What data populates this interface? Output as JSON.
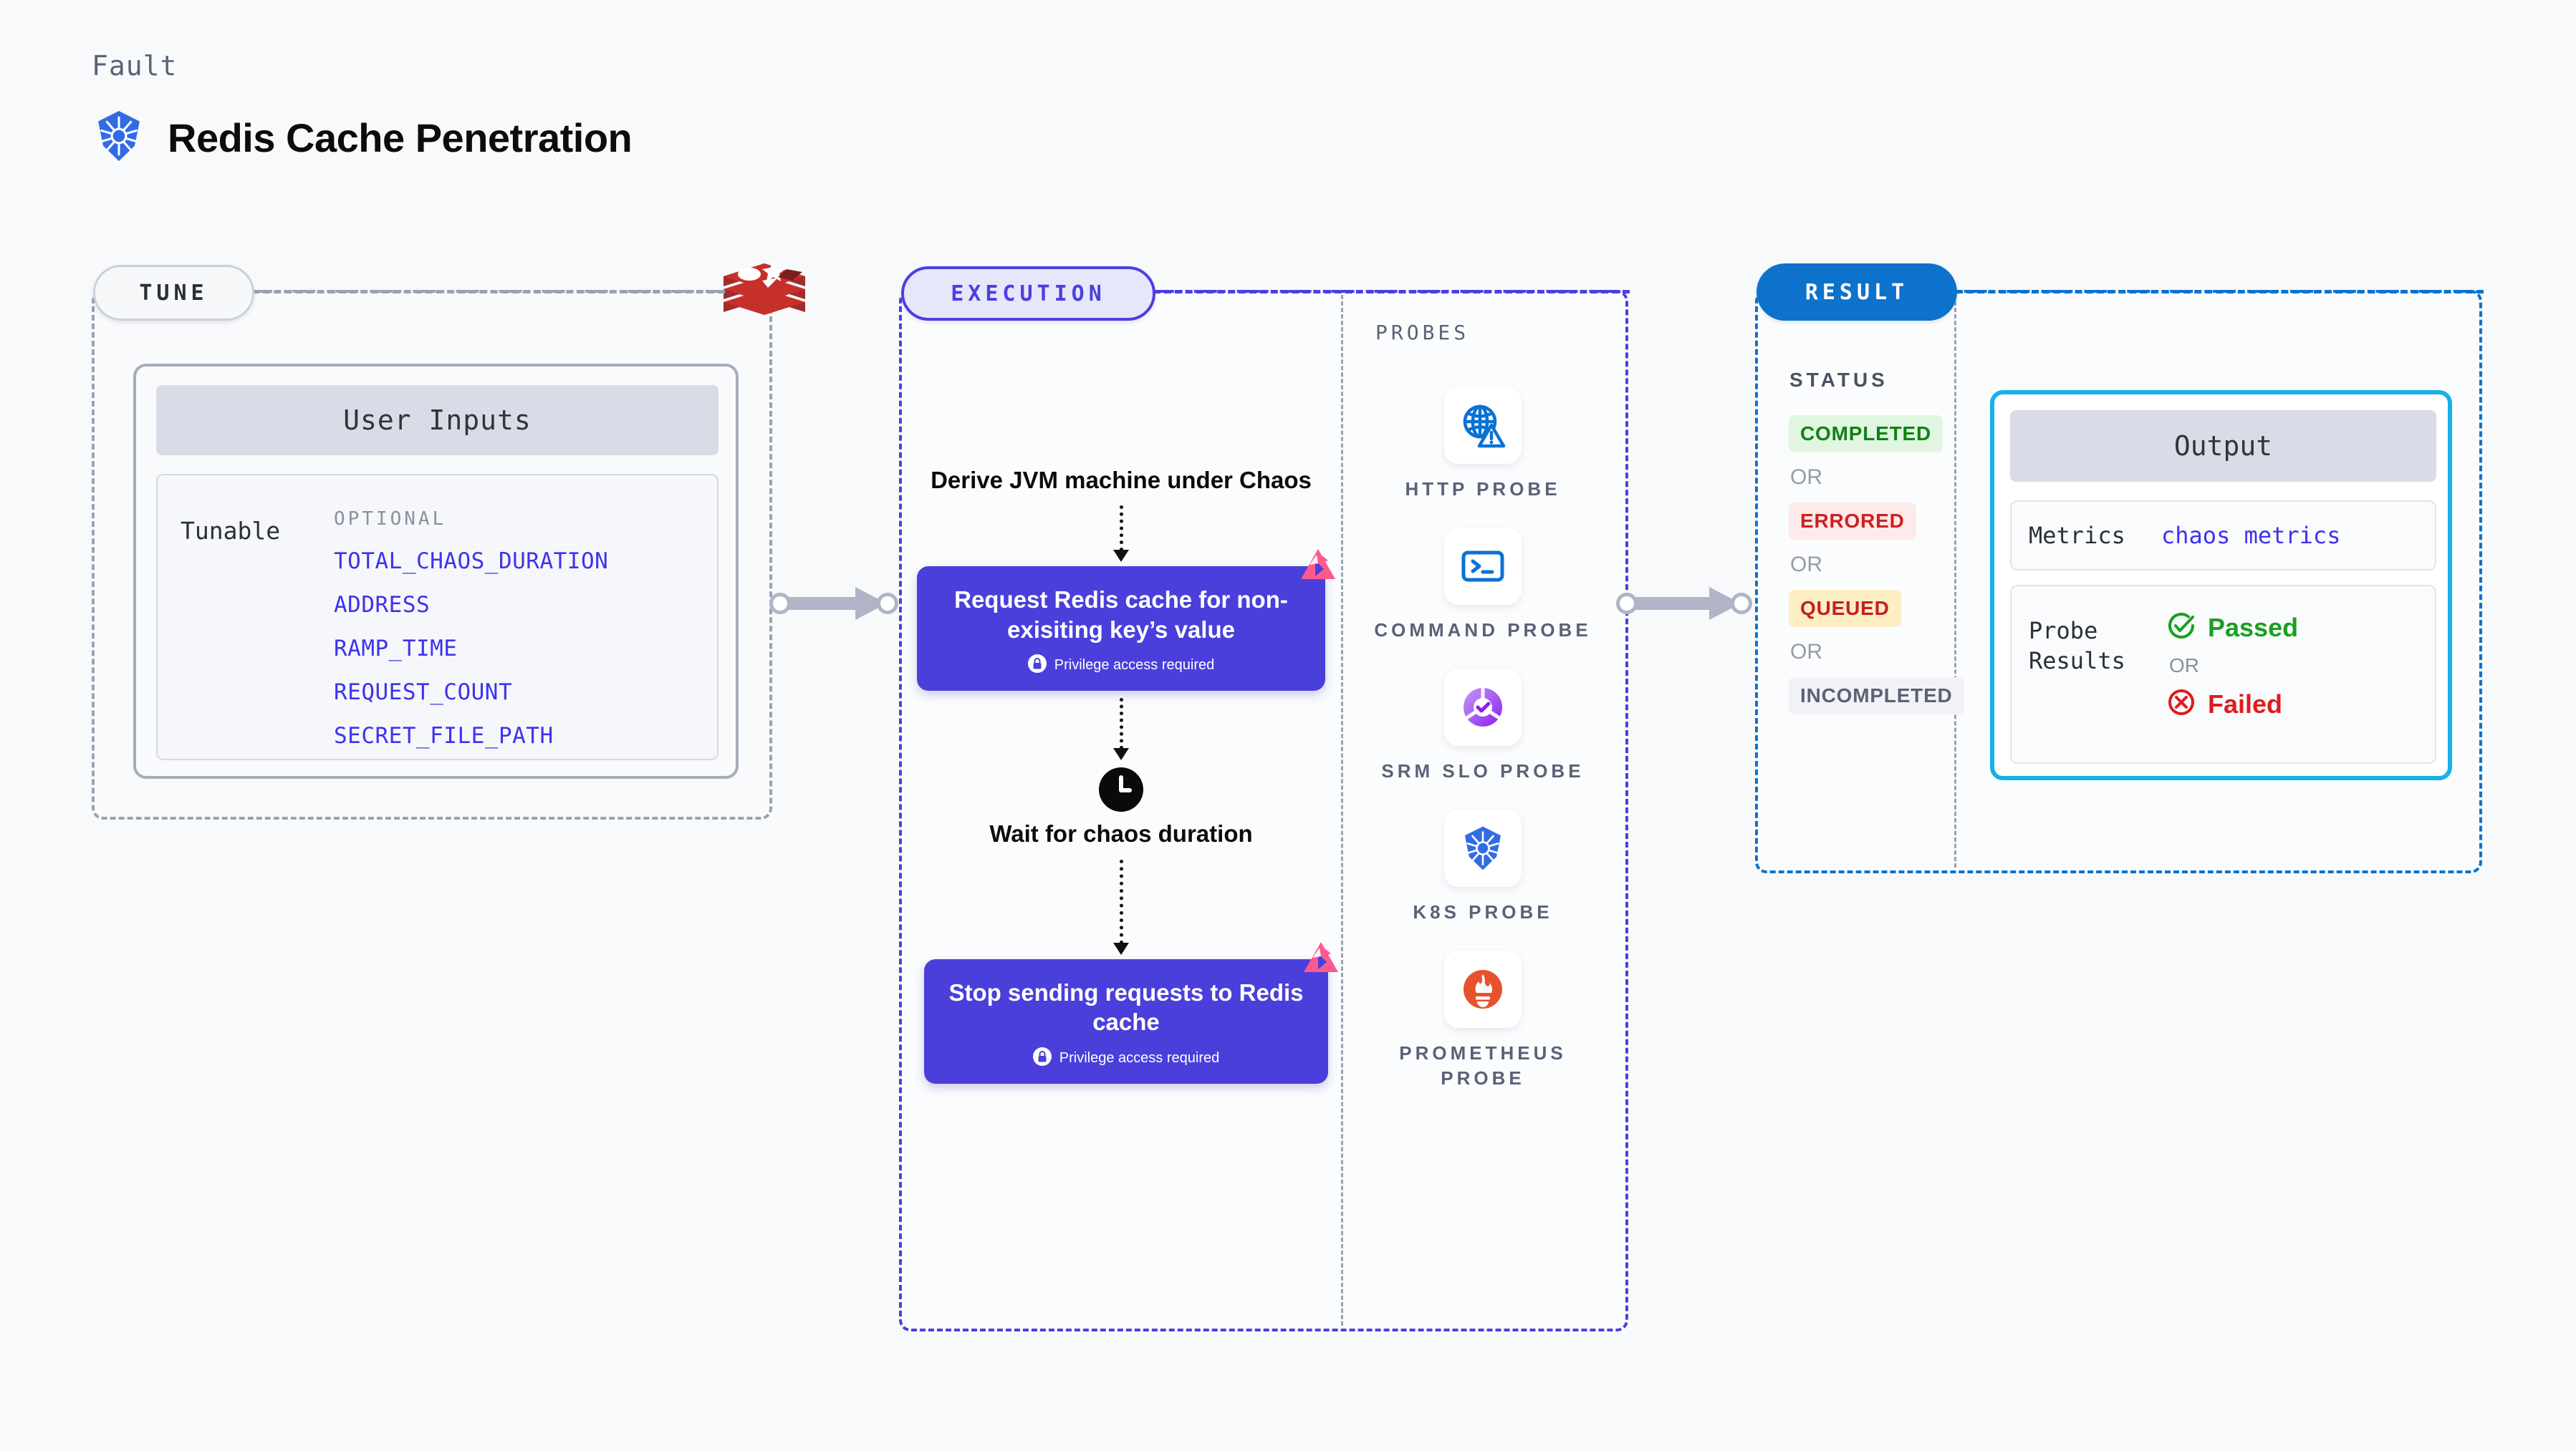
{
  "header": {
    "kicker": "Fault",
    "title": "Redis Cache Penetration",
    "icon": "kubernetes-icon"
  },
  "sections": {
    "tune": {
      "chip_label": "TUNE",
      "logo_icon": "redis-logo",
      "card": {
        "header": "User Inputs",
        "row_label": "Tunable",
        "group_label": "OPTIONAL",
        "items": [
          "TOTAL_CHAOS_DURATION",
          "ADDRESS",
          "RAMP_TIME",
          "REQUEST_COUNT",
          "SECRET_FILE_PATH"
        ]
      }
    },
    "execution": {
      "chip_label": "EXECUTION",
      "flow": [
        {
          "type": "caption",
          "text": "Derive JVM machine under Chaos"
        },
        {
          "type": "step",
          "text": "Request Redis cache for non-exisiting key’s value",
          "note": "Privilege access required",
          "badge": "litmus-icon",
          "lock_icon": "lock-icon"
        },
        {
          "type": "icon-caption",
          "icon": "clock-icon",
          "text": "Wait for chaos duration"
        },
        {
          "type": "step",
          "text": "Stop sending requests to Redis cache",
          "note": "Privilege access required",
          "badge": "litmus-icon",
          "lock_icon": "lock-icon"
        }
      ]
    },
    "probes": {
      "title": "PROBES",
      "items": [
        {
          "label": "HTTP PROBE",
          "icon": "globe-warning-icon"
        },
        {
          "label": "COMMAND PROBE",
          "icon": "terminal-icon"
        },
        {
          "label": "SRM SLO PROBE",
          "icon": "srm-slo-icon"
        },
        {
          "label": "K8S PROBE",
          "icon": "kubernetes-icon"
        },
        {
          "label": "PROMETHEUS PROBE",
          "icon": "prometheus-icon"
        }
      ]
    },
    "result": {
      "chip_label": "RESULT",
      "status_title": "STATUS",
      "or_label": "OR",
      "statuses": [
        {
          "label": "COMPLETED",
          "color": "#128015",
          "bg": "#e0f6e1"
        },
        {
          "label": "ERRORED",
          "color": "#cf2020",
          "bg": "#fdeaea"
        },
        {
          "label": "QUEUED",
          "color": "#c41f1f",
          "bg": "#fdeec4"
        },
        {
          "label": "INCOMPLETED",
          "color": "#5a6277",
          "bg": "#f1f2f6"
        }
      ],
      "output": {
        "header": "Output",
        "metrics_label": "Metrics",
        "metrics_value": "chaos metrics",
        "probe_results_label": "Probe Results",
        "passed_label": "Passed",
        "failed_label": "Failed",
        "or_label": "OR",
        "passed_icon": "check-circle-icon",
        "failed_icon": "x-circle-icon"
      }
    }
  },
  "colors": {
    "accent_purple": "#4a3fdb",
    "accent_blue": "#0d72cc",
    "accent_cyan": "#17b0e8",
    "link": "#3d33ee",
    "passed": "#19a020",
    "failed": "#e01b1b"
  },
  "connectors": [
    {
      "name": "tune-to-execution",
      "icon": "arrow-right-icon"
    },
    {
      "name": "probes-to-result",
      "icon": "arrow-right-icon"
    }
  ]
}
